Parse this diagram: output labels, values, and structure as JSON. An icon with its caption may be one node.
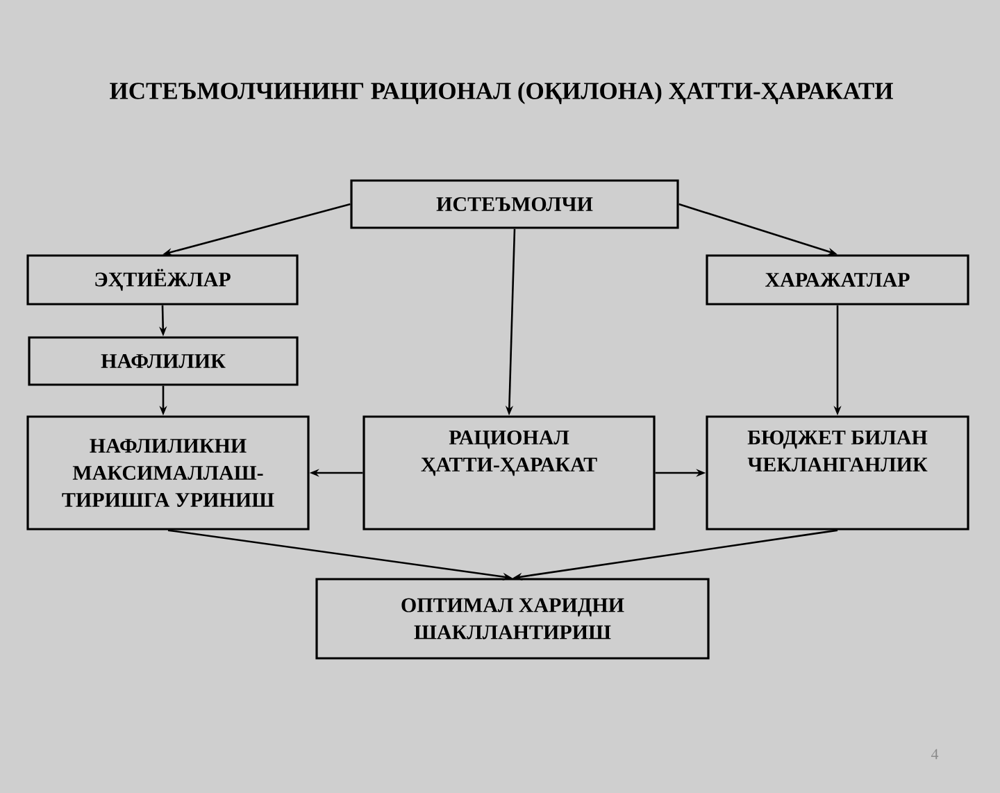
{
  "diagram": {
    "title": "ИСТЕЪМОЛЧИНИНГ РАЦИОНАЛ (ОҚИЛОНА) ҲАТТИ-ҲАРАКАТИ",
    "nodes": [
      {
        "text": [
          "ИСТЕЪМОЛЧИ"
        ]
      },
      {
        "text": [
          "ЭҲТИЁЖЛАР"
        ]
      },
      {
        "text": [
          "ХАРАЖАТЛАР"
        ]
      },
      {
        "text": [
          "НАФЛИЛИК"
        ]
      },
      {
        "text": [
          "НАФЛИЛИКНИ МАКСИМАЛЛАШ- ТИРИШГА УРИНИШ"
        ]
      },
      {
        "text": [
          "РАЦИОНАЛ ҲАТТИ-ҲАРАКАТ"
        ]
      },
      {
        "text": [
          "БЮДЖЕТ БИЛАН ЧЕКЛАНГАНЛИК"
        ]
      },
      {
        "text": [
          "ОПТИМАЛ ХАРИДНИ ШАКЛЛАНТИРИШ"
        ]
      }
    ],
    "edges": [
      {
        "from": 0,
        "to": 1,
        "arrow": "to"
      },
      {
        "from": 0,
        "to": 2,
        "arrow": "to"
      },
      {
        "from": 0,
        "to": 5,
        "arrow": "to"
      },
      {
        "from": 1,
        "to": 3,
        "arrow": "to"
      },
      {
        "from": 3,
        "to": 4,
        "arrow": "to"
      },
      {
        "from": 2,
        "to": 6,
        "arrow": "to"
      },
      {
        "from": 5,
        "to": 4,
        "arrow": "to"
      },
      {
        "from": 5,
        "to": 6,
        "arrow": "to"
      },
      {
        "from": 4,
        "to": 7,
        "arrow": "to"
      },
      {
        "from": 6,
        "to": 7,
        "arrow": "to"
      }
    ],
    "labels": [
      "4"
    ]
  }
}
